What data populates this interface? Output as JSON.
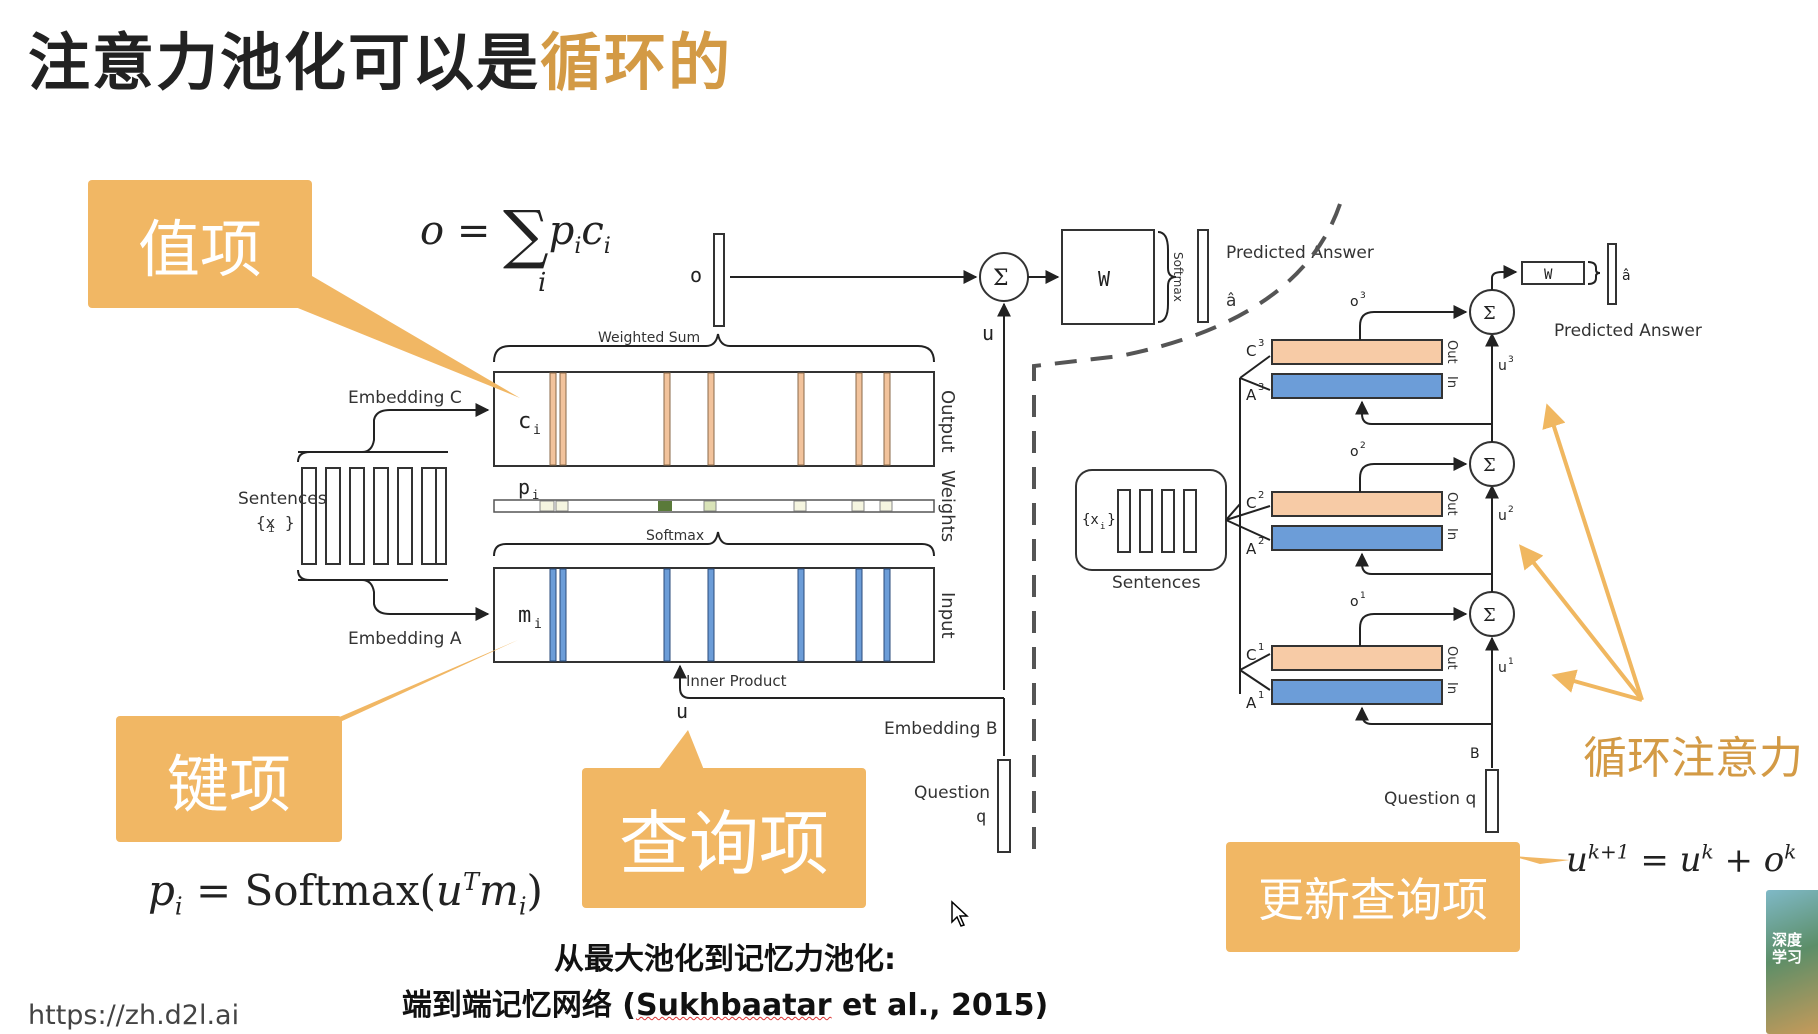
{
  "title": {
    "main": "注意力池化可以是",
    "accent": "循环的"
  },
  "callouts": {
    "value": "值项",
    "key": "键项",
    "query": "查询项",
    "update": "更新查询项",
    "recurrent": "循环注意力"
  },
  "formulas": {
    "output_sum": "o = ∑ p c",
    "softmax": "p = Softmax(u m )",
    "update": "u = u + o"
  },
  "left_diagram": {
    "weighted_sum": "Weighted Sum",
    "embedding_c": "Embedding C",
    "embedding_a": "Embedding A",
    "embedding_b": "Embedding B",
    "sentences": "Sentences",
    "sentences_var": "{x }",
    "softmax": "Softmax",
    "inner_product": "Inner Product",
    "output": "Output",
    "weights": "Weights",
    "input": "Input",
    "c_i": "c",
    "p_i": "p",
    "m_i": "m",
    "o": "o",
    "u": "u",
    "sigma": "Σ",
    "w": "W",
    "softmax_vertical": "Softmax",
    "predicted_answer": "Predicted Answer",
    "a_hat": "â",
    "question": "Question",
    "q": "q"
  },
  "right_diagram": {
    "sentences": "Sentences",
    "sentences_var": "{x }",
    "w": "W",
    "a_hat": "â",
    "predicted_answer": "Predicted Answer",
    "question": "Question q",
    "b": "B",
    "sigma": "Σ",
    "layers": [
      {
        "c": "C",
        "a": "A",
        "o": "o",
        "u": "u",
        "out": "Out",
        "in": "In",
        "sup": "3"
      },
      {
        "c": "C",
        "a": "A",
        "o": "o",
        "u": "u",
        "out": "Out",
        "in": "In",
        "sup": "2"
      },
      {
        "c": "C",
        "a": "A",
        "o": "o",
        "u": "u",
        "out": "Out",
        "in": "In",
        "sup": "1"
      }
    ]
  },
  "caption": {
    "line1": "从最大池化到记忆力池化:",
    "line2_prefix": "端到端记忆网络 (",
    "line2_cite": "Sukhbaatar",
    "line2_suffix": " et al., 2015)"
  },
  "url": "https://zh.d2l.ai",
  "colors": {
    "accent": "#d39a45",
    "callout": "#f1b764",
    "peach": "#f7cba6",
    "blue": "#6c9dd8",
    "green": "#5a7a3a"
  }
}
